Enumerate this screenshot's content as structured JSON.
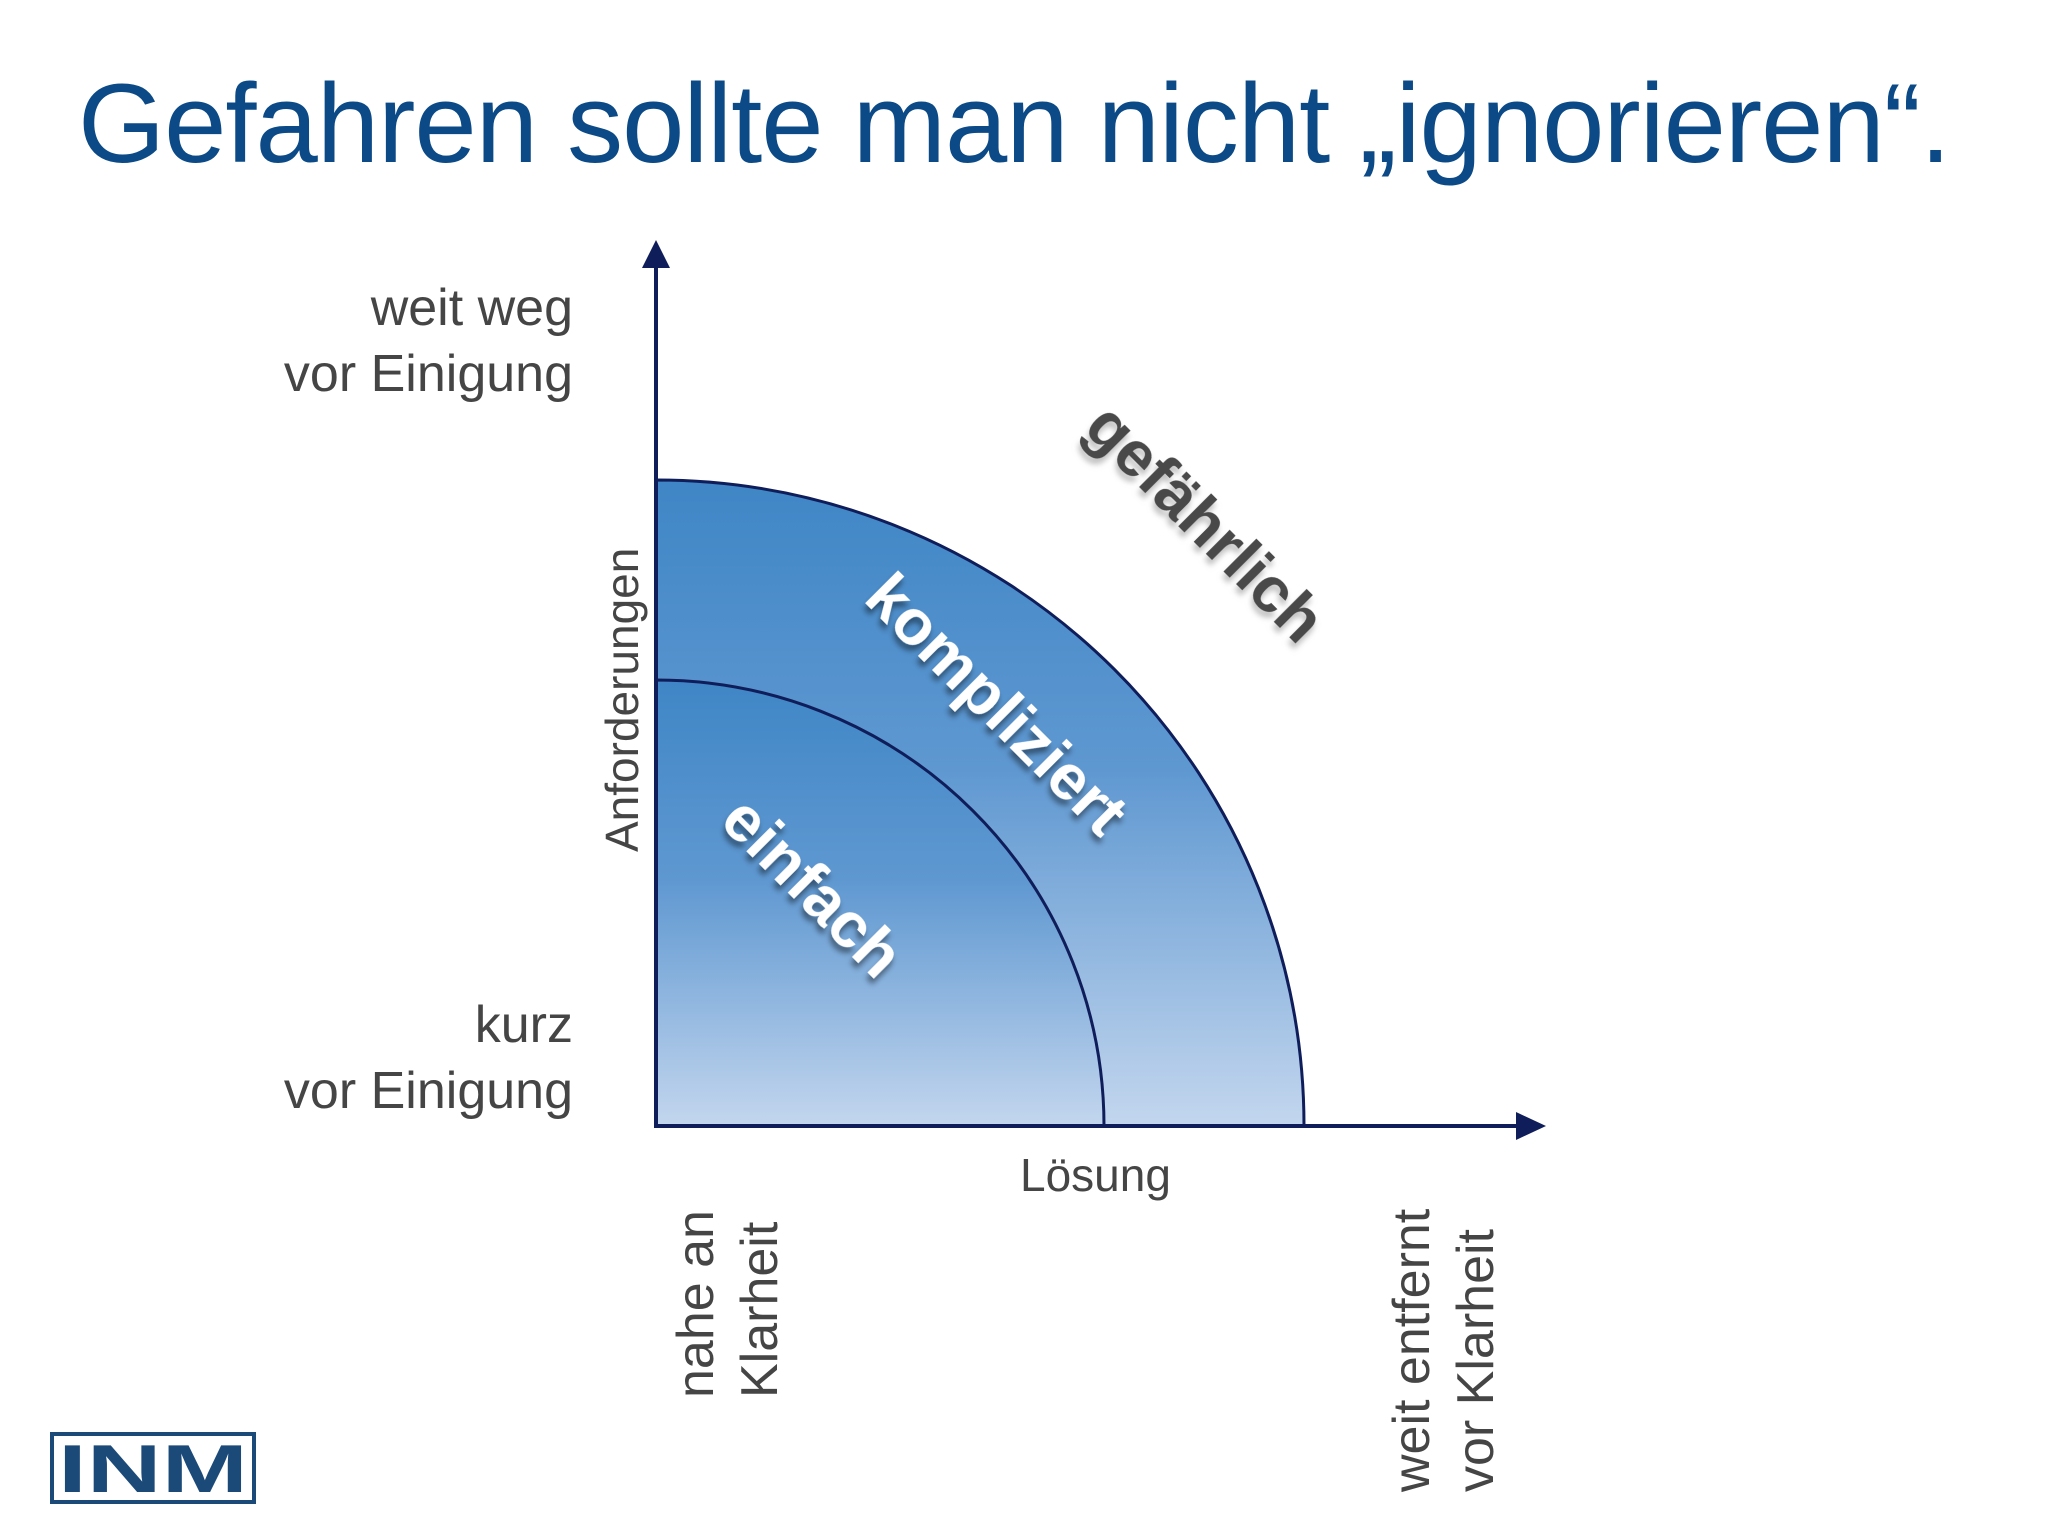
{
  "title": "Gefahren sollte man nicht „ignorieren“.",
  "y_axis": {
    "name": "Anforderungen",
    "top_label": [
      "weit weg",
      "vor Einigung"
    ],
    "bottom_label": [
      "kurz",
      "vor Einigung"
    ]
  },
  "x_axis": {
    "name": "Lösung",
    "left_label": [
      "nahe an",
      "Klarheit"
    ],
    "right_label": [
      "weit entfernt",
      "vor Klarheit"
    ]
  },
  "zones": {
    "inner": "einfach",
    "middle": "kompliziert",
    "outer": "gefährlich"
  },
  "logo_text": "INM",
  "colors": {
    "title": "#0b4a86",
    "axis": "#0f1e5a",
    "zone_top": "#3f86c6",
    "zone_bottom": "#c3d6ee",
    "label_text": "#454545",
    "danger_text": "#4a4a4a"
  }
}
